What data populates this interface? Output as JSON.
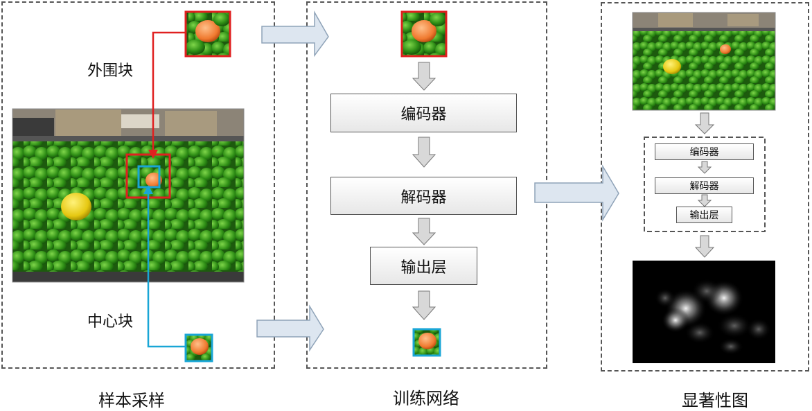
{
  "sampling": {
    "caption": "样本采样",
    "outer_label": "外围块",
    "center_label": "中心块"
  },
  "training": {
    "caption": "训练网络",
    "encoder": "编码器",
    "decoder": "解码器",
    "output": "输出层"
  },
  "saliency": {
    "caption": "显著性图",
    "encoder": "编码器",
    "decoder": "解码器",
    "output": "输出层"
  },
  "colors": {
    "outer_patch_border": "#e02020",
    "center_patch_border": "#19a6d6",
    "arrow_fill": "#dde6f0",
    "arrow_stroke": "#8fa3b8",
    "down_arrow_fill": "#d8d8d8",
    "pepper_green": "#3a9a1a"
  }
}
